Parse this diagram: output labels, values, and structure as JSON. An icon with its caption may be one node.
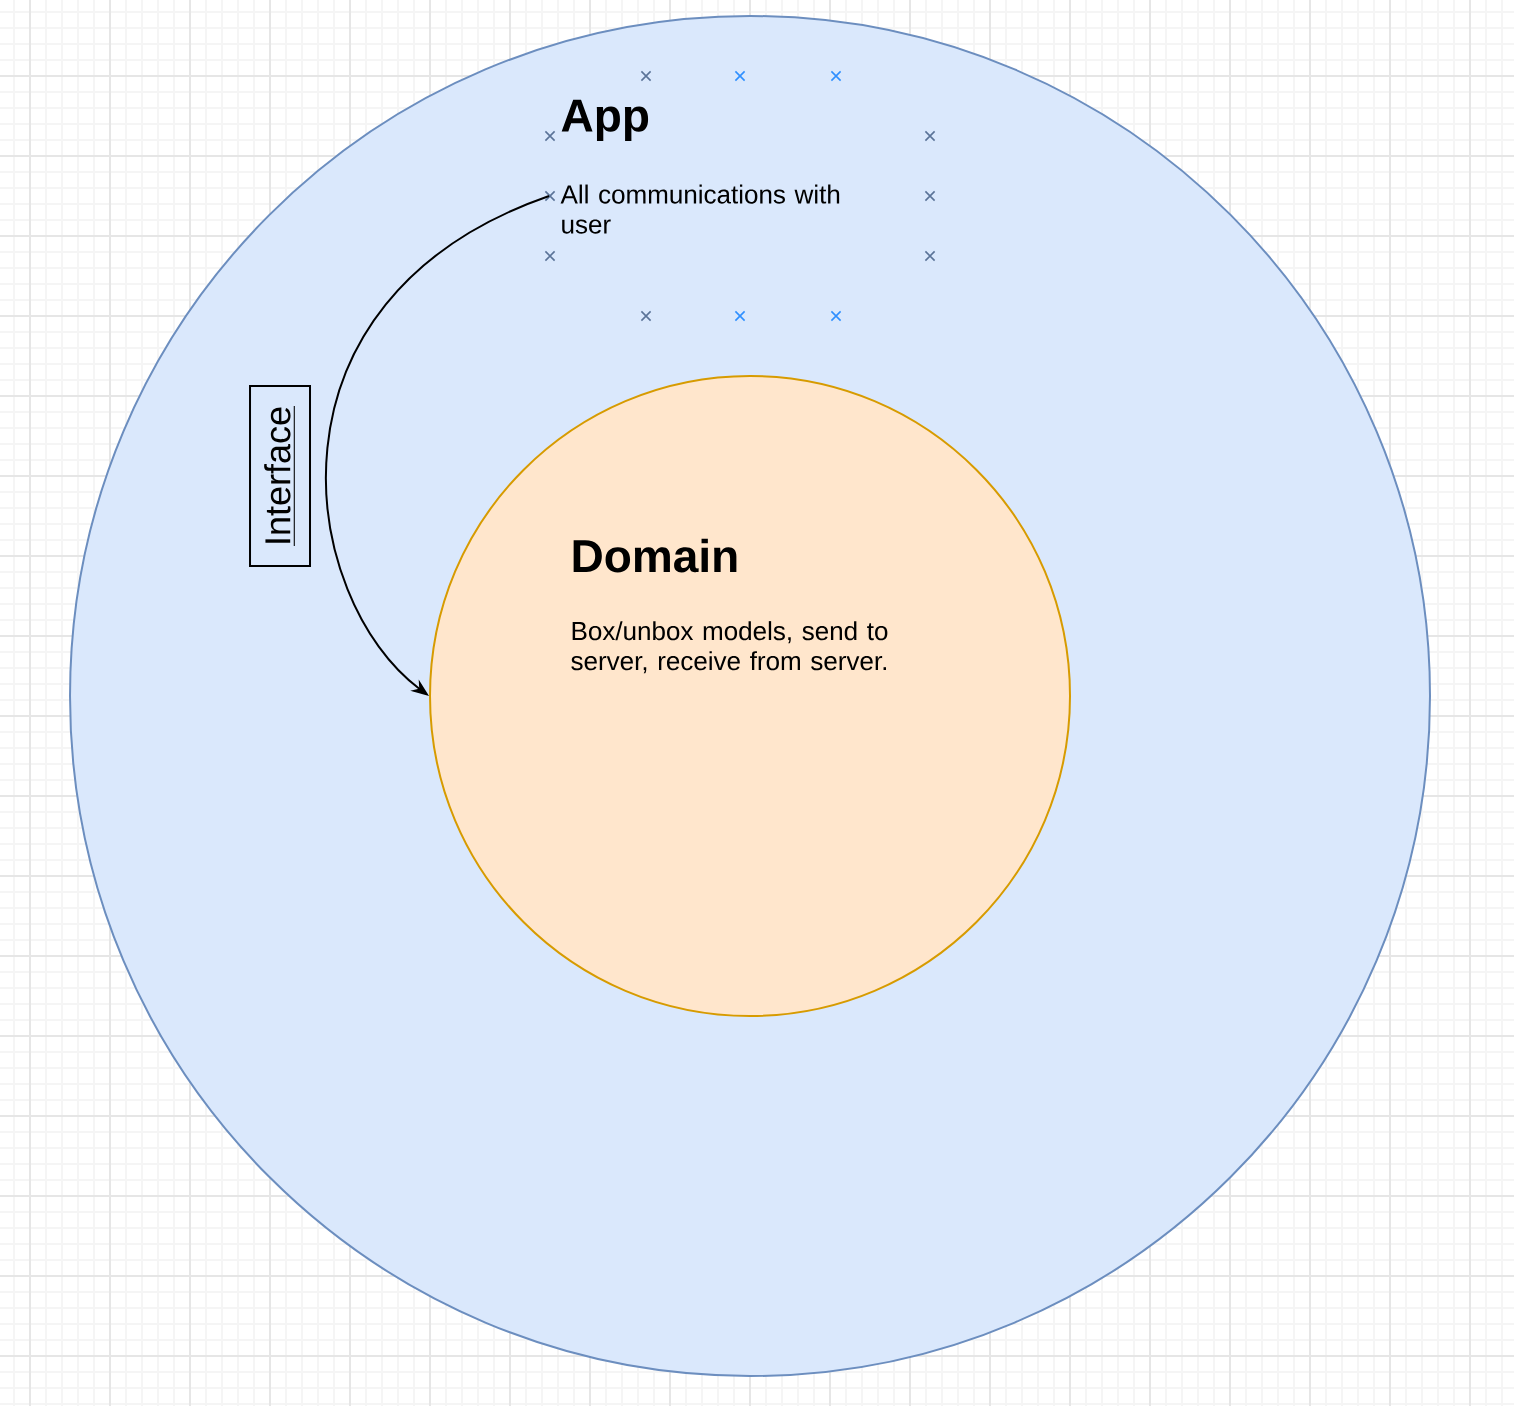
{
  "diagram": {
    "nodes": [
      {
        "text": [],
        "shape": "circle"
      },
      {
        "text": [
          "App",
          "All communications with user"
        ],
        "in": 0
      },
      {
        "text": [
          "Domain",
          "Box/unbox models, send to server, receive from server."
        ],
        "in": 0
      },
      {
        "text": [
          "Interface"
        ],
        "in": 0
      }
    ],
    "edges": [
      {
        "from": 1,
        "to": 2,
        "arrow": "to"
      }
    ]
  }
}
